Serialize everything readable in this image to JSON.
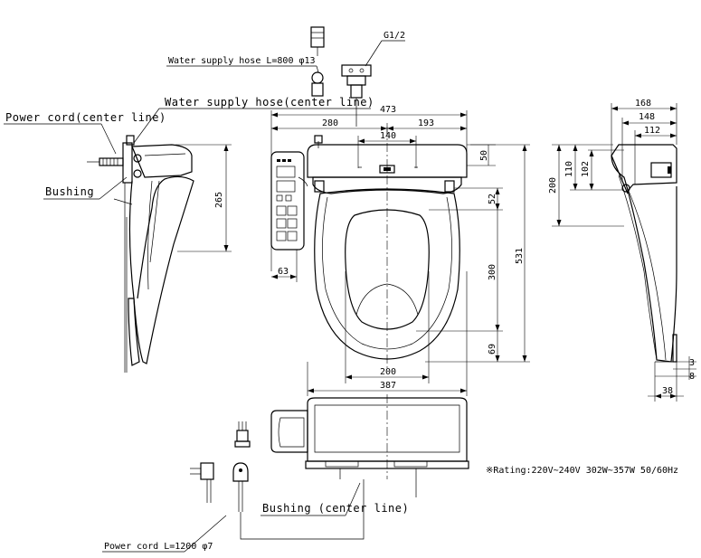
{
  "labels": {
    "g_thread": "G1/2",
    "water_hose_top": "Water supply hose L=800 φ13",
    "water_hose_center": "Water supply hose(center line)",
    "power_cord_center": "Power cord(center line)",
    "bushing_left": "Bushing",
    "bushing_center": "Bushing (center line)",
    "power_cord_length": "Power cord L=1200 φ7",
    "rating": "※Rating:220V~240V 302W~357W 50/60Hz"
  },
  "dimensions": {
    "d473": "473",
    "d280": "280",
    "d193": "193",
    "d140": "140",
    "d50": "50",
    "d52": "52",
    "d531": "531",
    "d300": "300",
    "d69": "69",
    "d200_front": "200",
    "d387": "387",
    "d63": "63",
    "d265": "265",
    "d168": "168",
    "d148": "148",
    "d112": "112",
    "d200_side": "200",
    "d110": "110",
    "d102": "102",
    "d3": "3",
    "d8": "8",
    "d38": "38"
  }
}
